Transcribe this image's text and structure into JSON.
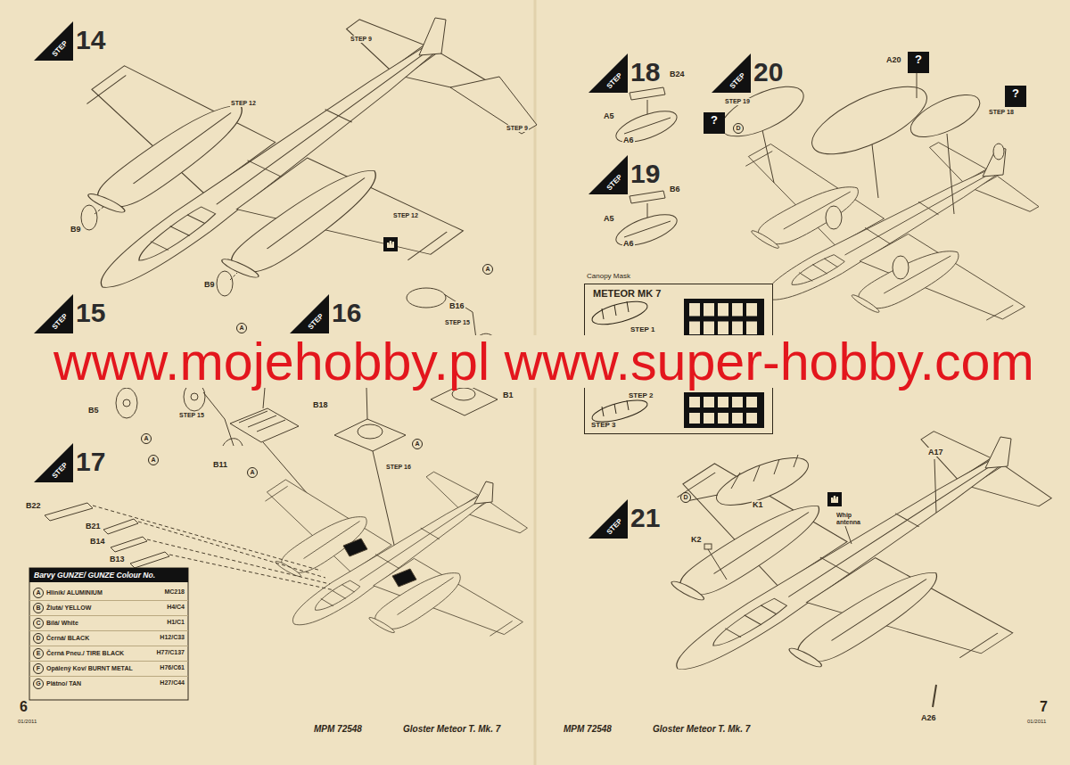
{
  "diagram": {
    "nodes": [
      {
        "text": [
          "STEP",
          "14"
        ]
      },
      {
        "text": [
          "STEP",
          "15"
        ]
      },
      {
        "text": [
          "STEP",
          "16"
        ]
      },
      {
        "text": [
          "STEP",
          "17"
        ]
      },
      {
        "text": [
          "STEP",
          "18"
        ]
      },
      {
        "text": [
          "STEP",
          "20"
        ]
      },
      {
        "text": [
          "?"
        ]
      },
      {
        "text": [
          "?"
        ]
      },
      {
        "text": [
          "?"
        ]
      },
      {
        "text": [
          "STEP",
          "19"
        ]
      },
      {
        "text": [
          "Canopy Mask",
          "METEOR MK 7",
          "STEP 1",
          "STEP 2",
          "STEP 3"
        ]
      },
      {
        "text": [
          "STEP",
          "21"
        ]
      }
    ],
    "labels": [
      "Barvy GUNZE/ GUNZE Colour No.",
      "A",
      "B",
      "C",
      "D",
      "E",
      "F",
      "G",
      "MC218",
      "H4/C4",
      "H1/C1",
      "H12/C33",
      "H77/C137",
      "H76/C61",
      "H27/C44",
      "STEP 12",
      "STEP 9",
      "STEP 9",
      "STEP 12",
      "B9",
      "B9",
      "A",
      "B16",
      "STEP 15",
      "B1",
      "A",
      "B5",
      "A",
      "STEP 15",
      "B11",
      "B18",
      "STEP 16",
      "A",
      "A",
      "B22",
      "B21",
      "B14",
      "B13",
      "A",
      "B24",
      "A5",
      "A6",
      "B6",
      "A5",
      "A6",
      "STEP 19",
      "D",
      "A20",
      "STEP 18",
      "D",
      "K1",
      "K2",
      "Whip antenna",
      "A17",
      "A26",
      "6",
      "01/2011",
      "MPM 72548",
      "Gloster Meteor T. Mk. 7",
      "MPM 72548",
      "Gloster Meteor T. Mk. 7",
      "7",
      "01/2011",
      "www.mojehobby.pl www.super-hobby.com"
    ],
    "legend": [
      {
        "text": "Hliník/ ALUMINIUM"
      },
      {
        "text": "Žlutá/ YELLOW"
      },
      {
        "text": "Bílá/ White"
      },
      {
        "text": "Černá/ BLACK"
      },
      {
        "text": "Černá Pneu./ TIRE BLACK"
      },
      {
        "text": "Opálený Kov/ BURNT METAL"
      },
      {
        "text": "Plátno/ TAN"
      }
    ]
  }
}
